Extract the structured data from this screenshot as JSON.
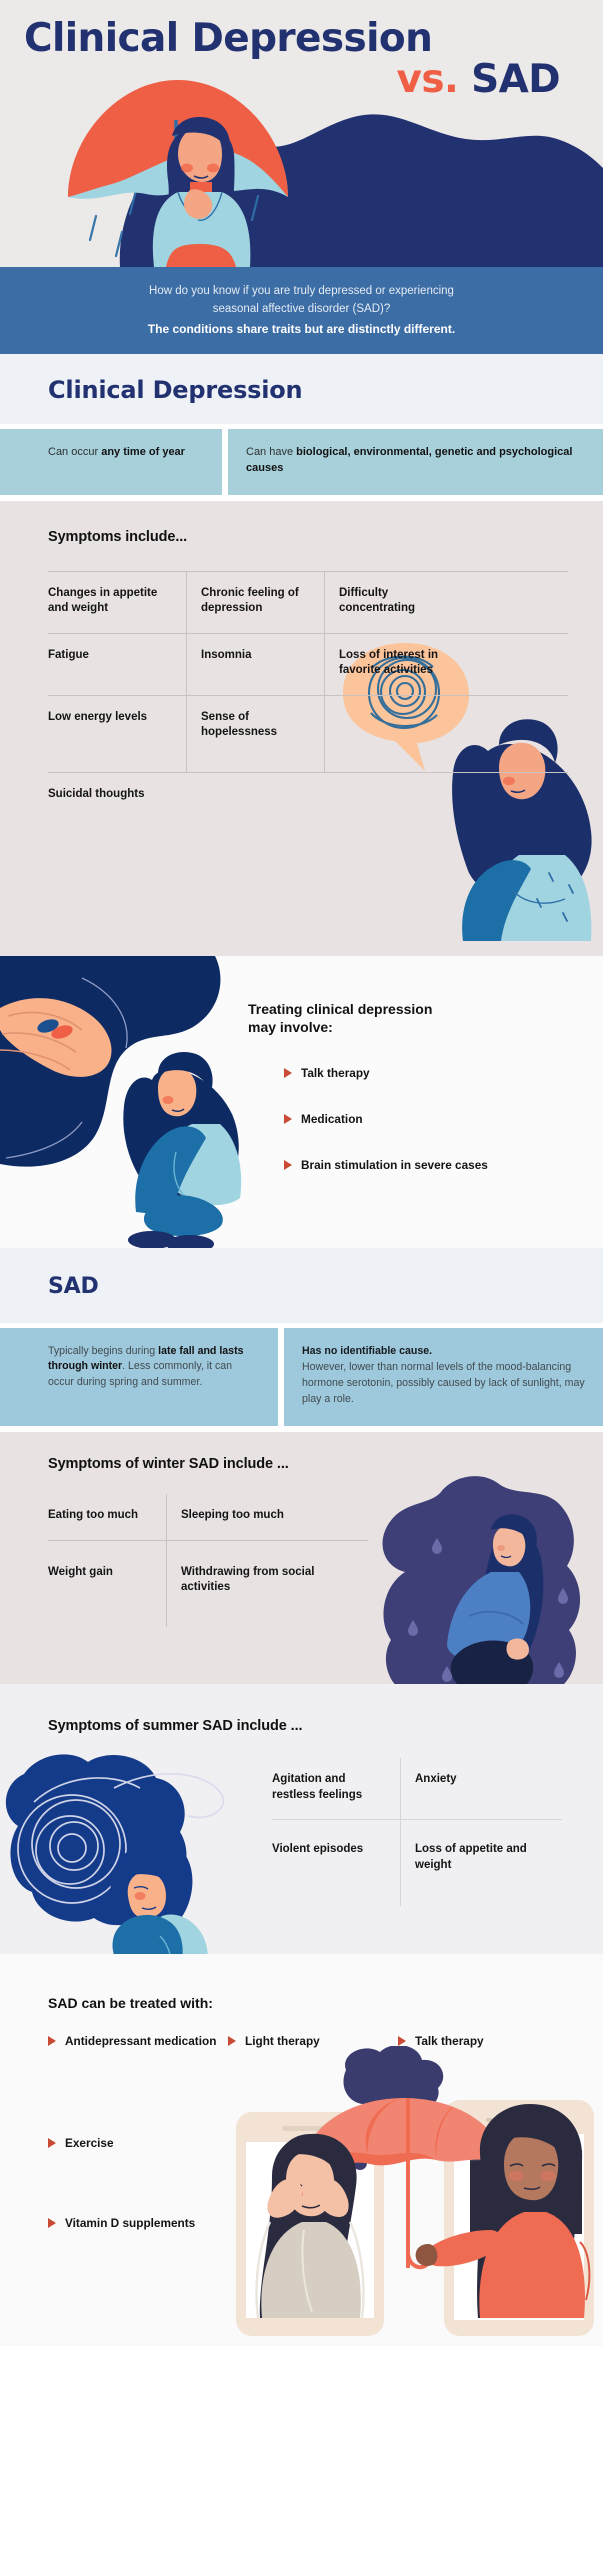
{
  "hero": {
    "title_line1": "Clinical Depression",
    "title_vs": "vs.",
    "title_sad": " SAD"
  },
  "subtitle": {
    "question_line1": "How do you know if you are truly depressed or experiencing",
    "question_line2": "seasonal affective disorder (SAD)?",
    "bold": "The conditions share traits but are distinctly different."
  },
  "clinical_depression": {
    "heading": "Clinical Depression",
    "facts": [
      {
        "plain_a": "Can occur ",
        "bold": "any time of year",
        "plain_b": ""
      },
      {
        "plain_a": "Can have ",
        "bold": "biological, environmental, genetic and psychological causes",
        "plain_b": ""
      }
    ],
    "symptoms_title": "Symptoms include...",
    "symptoms": [
      "Changes in appetite and weight",
      "Chronic feeling of depression",
      "Difficulty concentrating",
      "Fatigue",
      "Insomnia",
      "Loss of interest in favorite activities",
      "Low energy levels",
      "Sense of hopelessness",
      "Suicidal thoughts"
    ],
    "treatment_title_line1": "Treating clinical depression",
    "treatment_title_line2": "may involve:",
    "treatments": [
      "Talk therapy",
      "Medication",
      "Brain stimulation in severe cases"
    ]
  },
  "sad": {
    "heading": "SAD",
    "fact_season": {
      "p1": "Typically begins during ",
      "b1": "late fall and lasts through winter",
      "p2": ". Less commonly, it can occur during spring and summer."
    },
    "fact_cause": {
      "bold": "Has no identifiable cause.",
      "body": "However, lower than normal levels of the mood-balancing hormone serotonin, possibly caused by lack of sunlight, may play a role."
    },
    "winter_title": "Symptoms of winter SAD include ...",
    "winter_symptoms": [
      "Eating too much",
      "Sleeping too much",
      "Weight gain",
      "Withdrawing from social activities"
    ],
    "summer_title": "Symptoms of summer SAD include ...",
    "summer_symptoms": [
      "Agitation and restless feelings",
      "Anxiety",
      "Violent episodes",
      "Loss of appetite and weight"
    ],
    "treatment_title": "SAD can be treated with:",
    "treatments": [
      "Antidepressant medication",
      "Light therapy",
      "Talk therapy",
      "Exercise",
      "Vitamin D supplements"
    ]
  },
  "colors": {
    "navy": "#223271",
    "coral": "#ef5f45",
    "band_blue": "#3d6da5",
    "fact_teal": "#a8d0db",
    "fact_blue": "#9ec8dc",
    "panel_beige": "#e8e3e2",
    "panel_grey": "#f0eff1",
    "bullet_red": "#c94a35",
    "header_grey": "#eef1f6"
  }
}
